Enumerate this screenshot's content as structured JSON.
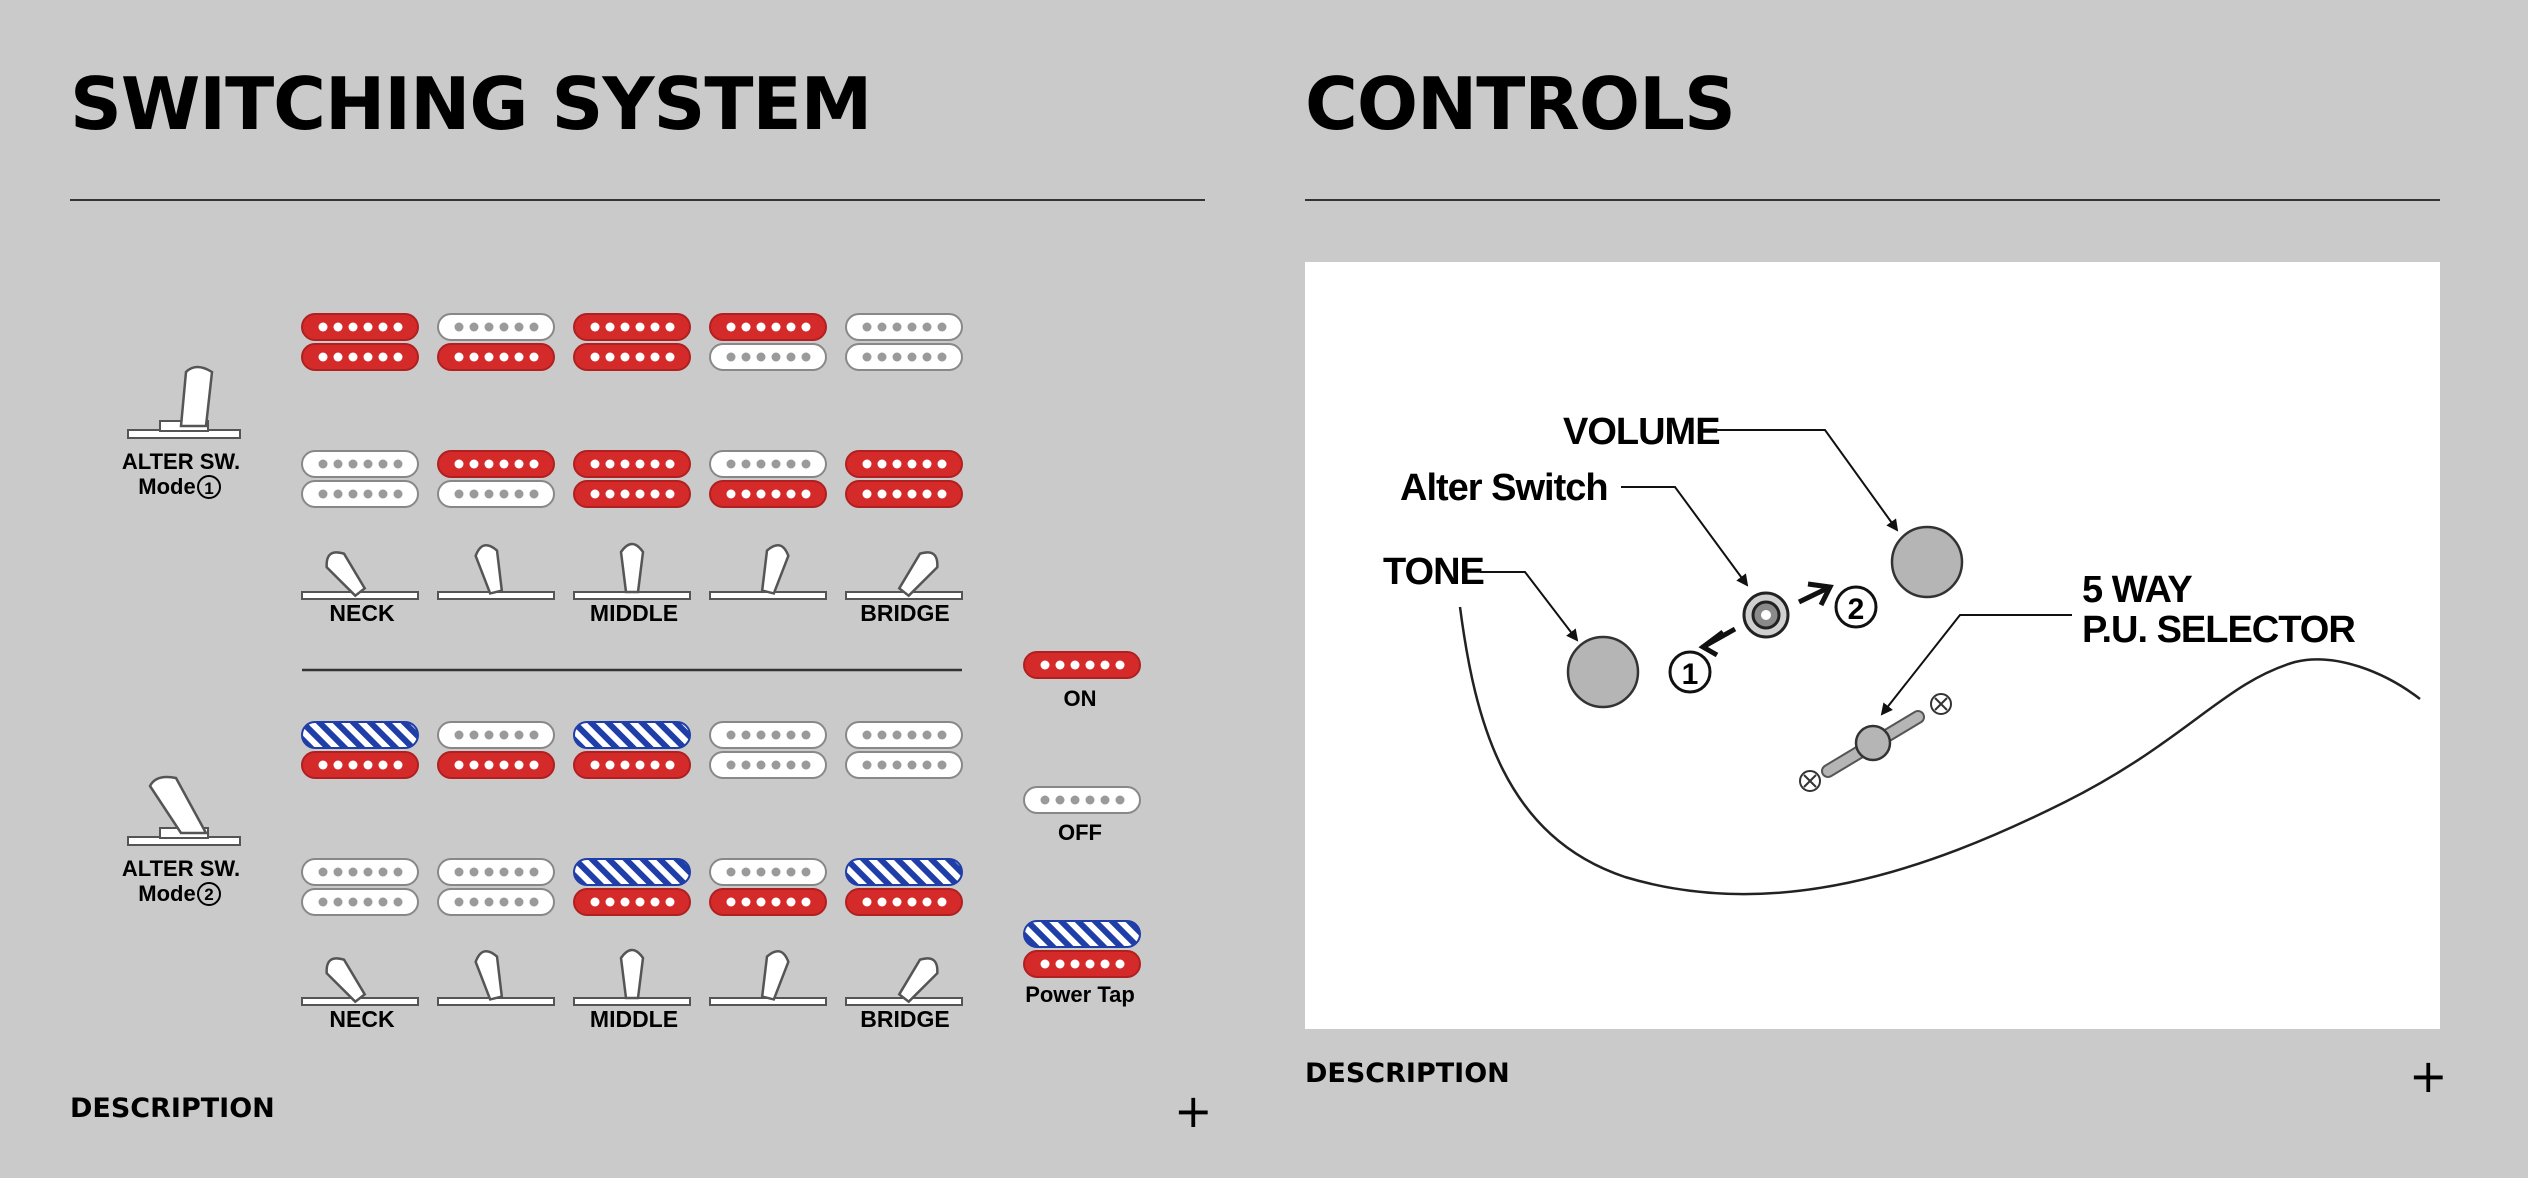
{
  "switching": {
    "heading": "SWITCHING SYSTEM",
    "description_label": "DESCRIPTION",
    "expand_icon": "plus-icon",
    "modes": [
      {
        "label_line1": "ALTER SW.",
        "label_line2": "Mode",
        "mode_number": "1"
      },
      {
        "label_line1": "ALTER SW.",
        "label_line2": "Mode",
        "mode_number": "2"
      }
    ],
    "positions": [
      "NECK",
      "",
      "MIDDLE",
      "",
      "BRIDGE"
    ],
    "mode1_states": [
      {
        "neck_top": "on",
        "neck_bottom": "on",
        "bridge_top": "off",
        "bridge_bottom": "off"
      },
      {
        "neck_top": "off",
        "neck_bottom": "on",
        "bridge_top": "on",
        "bridge_bottom": "off"
      },
      {
        "neck_top": "on",
        "neck_bottom": "on",
        "bridge_top": "on",
        "bridge_bottom": "on"
      },
      {
        "neck_top": "on",
        "neck_bottom": "off",
        "bridge_top": "off",
        "bridge_bottom": "on"
      },
      {
        "neck_top": "off",
        "neck_bottom": "off",
        "bridge_top": "on",
        "bridge_bottom": "on"
      }
    ],
    "mode2_states": [
      {
        "neck_top": "tap",
        "neck_bottom": "on",
        "bridge_top": "off",
        "bridge_bottom": "off"
      },
      {
        "neck_top": "off",
        "neck_bottom": "on",
        "bridge_top": "off",
        "bridge_bottom": "off"
      },
      {
        "neck_top": "tap",
        "neck_bottom": "on",
        "bridge_top": "tap",
        "bridge_bottom": "on"
      },
      {
        "neck_top": "off",
        "neck_bottom": "off",
        "bridge_top": "off",
        "bridge_bottom": "on"
      },
      {
        "neck_top": "off",
        "neck_bottom": "off",
        "bridge_top": "tap",
        "bridge_bottom": "on"
      }
    ],
    "legend": {
      "on": "ON",
      "off": "OFF",
      "tap": "Power Tap"
    },
    "colors": {
      "on": "#d42a2a",
      "off": "#ffffff",
      "tap": "#1f3ea8",
      "pole_on": "#ffffff",
      "pole_off": "#9a9a9a"
    }
  },
  "controls": {
    "heading": "CONTROLS",
    "description_label": "DESCRIPTION",
    "expand_icon": "plus-icon",
    "labels": {
      "volume": "VOLUME",
      "alter_switch": "Alter Switch",
      "tone": "TONE",
      "selector_line1": "5 WAY",
      "selector_line2": "P.U. SELECTOR",
      "switch_pos_1": "1",
      "switch_pos_2": "2"
    }
  }
}
